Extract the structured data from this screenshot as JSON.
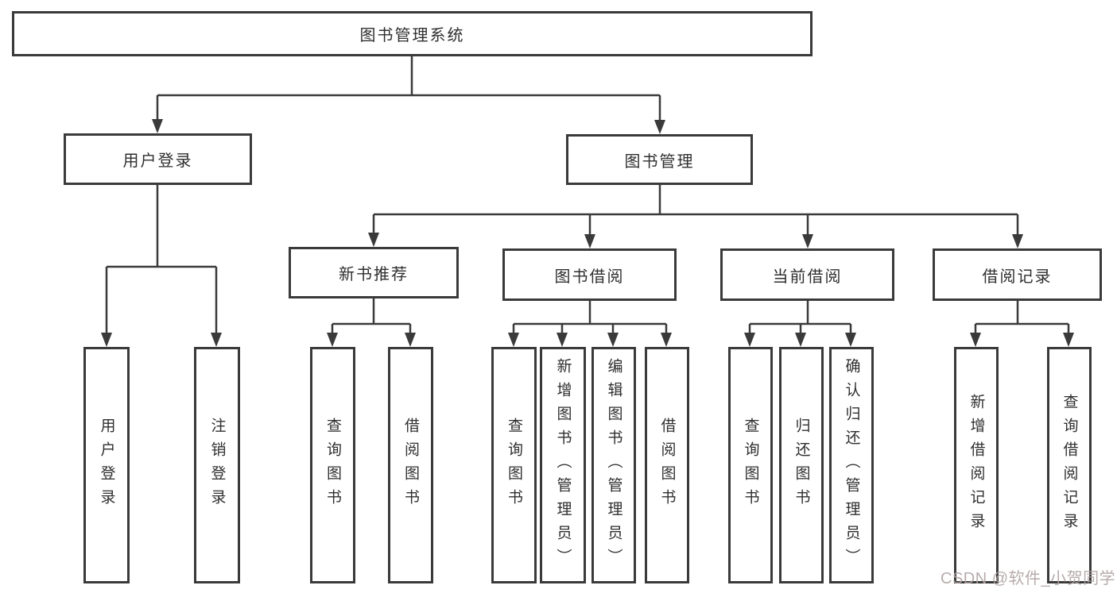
{
  "colors": {
    "line": "#3a3a3a",
    "box_border": "#3a3a3a",
    "text": "#2f2f2f",
    "background": "#ffffff",
    "watermark": "#b0a2a2"
  },
  "nodes": {
    "root": {
      "label": "图书管理系统"
    },
    "user_login": {
      "label": "用户登录"
    },
    "book_management": {
      "label": "图书管理"
    },
    "branches": [
      {
        "label": "新书推荐"
      },
      {
        "label": "图书借阅"
      },
      {
        "label": "当前借阅"
      },
      {
        "label": "借阅记录"
      }
    ],
    "leaves": [
      {
        "label": "用户登录"
      },
      {
        "label": "注销登录"
      },
      {
        "label": "查询图书"
      },
      {
        "label": "借阅图书"
      },
      {
        "label": "查询图书"
      },
      {
        "label": "新增图书（管理员）"
      },
      {
        "label": "编辑图书（管理员）"
      },
      {
        "label": "借阅图书"
      },
      {
        "label": "查询图书"
      },
      {
        "label": "归还图书"
      },
      {
        "label": "确认归还（管理员）"
      },
      {
        "label": "新增借阅记录"
      },
      {
        "label": "查询借阅记录"
      }
    ]
  },
  "watermark": {
    "text": "CSDN @软件_小贺同学"
  }
}
